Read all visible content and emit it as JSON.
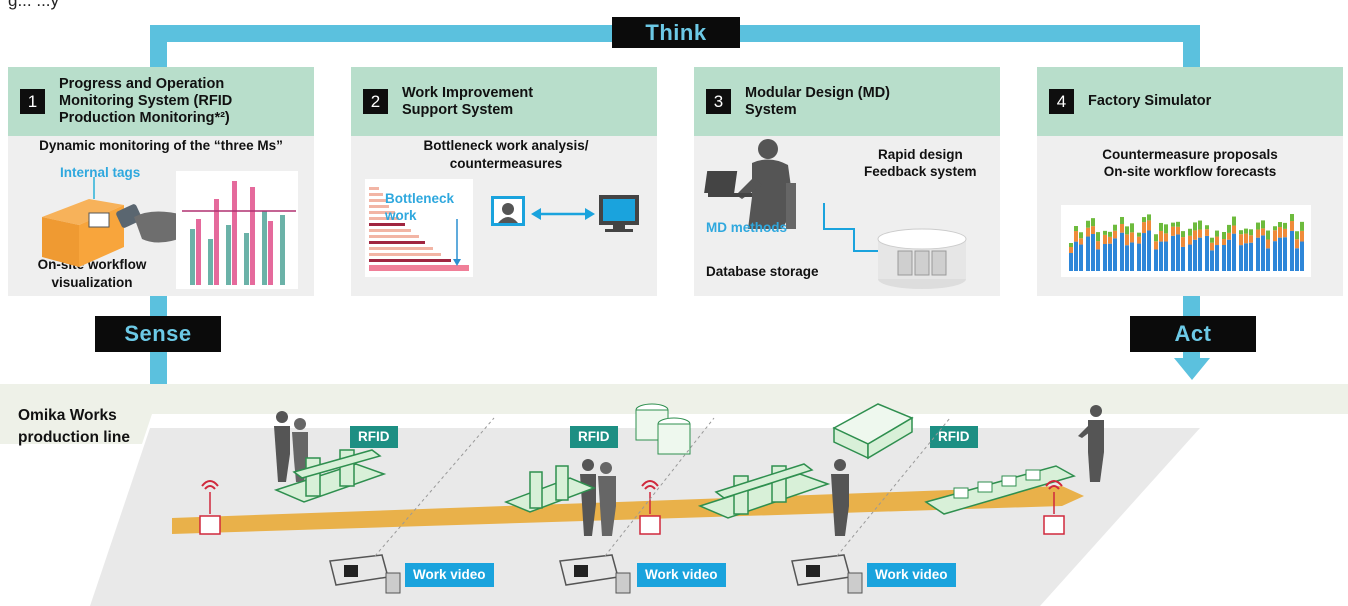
{
  "caption_top": "g... ...y",
  "cycle": {
    "think": "Think",
    "sense": "Sense",
    "act": "Act"
  },
  "panels": [
    {
      "num": "1",
      "title": "Progress and Operation Monitoring System (RFID Production Monitoring*²)",
      "subtitle": "Dynamic monitoring of the “three Ms”",
      "label_internal_tags": "Internal tags",
      "caption": "On-site workflow visualization"
    },
    {
      "num": "2",
      "title": "Work Improvement Support System",
      "subtitle": "Bottleneck work analysis/ countermeasures",
      "label_bottleneck": "Bottleneck work"
    },
    {
      "num": "3",
      "title": "Modular Design (MD) System",
      "text_rapid": "Rapid design",
      "text_feedback": "Feedback system",
      "label_md_methods": "MD methods",
      "text_database": "Database storage"
    },
    {
      "num": "4",
      "title": "Factory Simulator",
      "text_countermeasure": "Countermeasure proposals",
      "text_forecasts": "On-site workflow forecasts"
    }
  ],
  "production_line": {
    "title": "Omika Works production line",
    "rfid_labels": [
      "RFID",
      "RFID",
      "RFID"
    ],
    "video_labels": [
      "Work video",
      "Work video",
      "Work video"
    ]
  },
  "colors": {
    "pipe": "#5bc1de",
    "panel_header": "#b8decb",
    "panel_body": "#efefef",
    "rfid": "#1d8f83",
    "video": "#1aa3dd",
    "flow": "#e9b14a"
  }
}
